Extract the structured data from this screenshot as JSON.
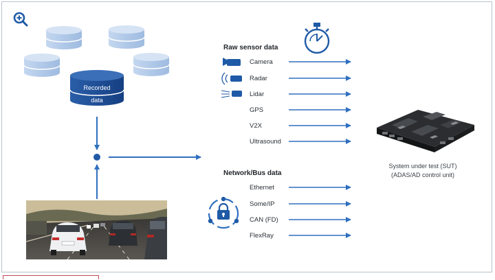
{
  "colors": {
    "accent": "#1f5aa6",
    "db_light": "#b6cdeb",
    "db_dark": "#1f4f98",
    "arrow": "#2f6fbf"
  },
  "icons": {
    "zoom": "zoom-in-icon",
    "timer": "stopwatch-icon",
    "lock": "network-lock-icon"
  },
  "database": {
    "label_line1": "Recorded",
    "label_line2": "data"
  },
  "raw_sensor": {
    "title": "Raw sensor data",
    "items": [
      "Camera",
      "Radar",
      "Lidar",
      "GPS",
      "V2X",
      "Ultrasound"
    ]
  },
  "network_bus": {
    "title": "Network/Bus data",
    "items": [
      "Ethernet",
      "Some/IP",
      "CAN (FD)",
      "FlexRay"
    ]
  },
  "sut": {
    "line1": "System under test (SUT)",
    "line2": "(ADAS/AD control unit)"
  }
}
